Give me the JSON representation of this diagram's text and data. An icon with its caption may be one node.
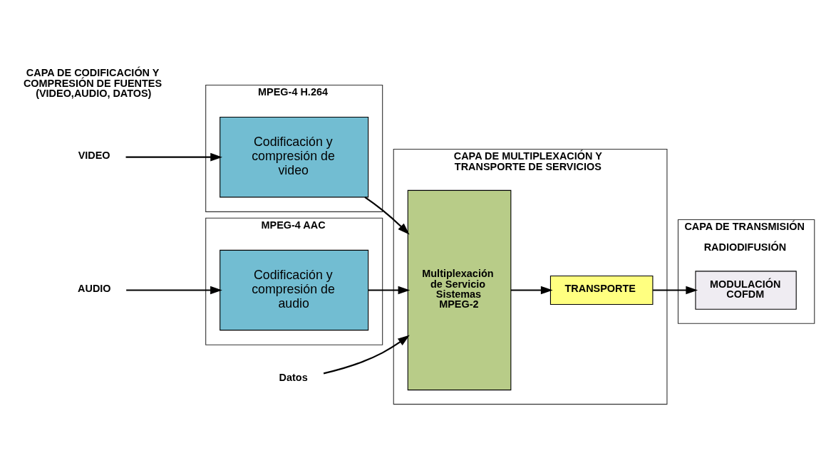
{
  "diagram": {
    "nodes": [
      {
        "text": [
          "VIDEO"
        ]
      },
      {
        "text": [
          "MPEG-4 H.264"
        ]
      },
      {
        "text": [
          "Codificación y compresión de video"
        ],
        "in": 1
      },
      {
        "text": [
          "AUDIO"
        ]
      },
      {
        "text": [
          "MPEG-4 AAC"
        ]
      },
      {
        "text": [
          "Codificación y compresión de audio"
        ],
        "in": 4
      },
      {
        "text": [
          "Datos"
        ]
      },
      {
        "text": [
          "CAPA DE MULTIPLEXACIÓN Y TRANSPORTE DE SERVICIOS"
        ]
      },
      {
        "text": [
          "Multiplexación de Servicio Sistemas MPEG-2"
        ],
        "in": 7
      },
      {
        "text": [
          "TRANSPORTE"
        ],
        "in": 7
      },
      {
        "text": [
          "CAPA DE TRANSMISIÓN",
          "RADIODIFUSIÓN"
        ]
      },
      {
        "text": [
          "MODULACIÓN COFDM"
        ],
        "in": 10
      }
    ],
    "edges": [
      {
        "from": 0,
        "to": 2,
        "arrow": "to"
      },
      {
        "from": 2,
        "to": 8,
        "arrow": "to"
      },
      {
        "from": 3,
        "to": 5,
        "arrow": "to"
      },
      {
        "from": 5,
        "to": 8,
        "arrow": "to"
      },
      {
        "from": 6,
        "to": 8,
        "arrow": "to"
      },
      {
        "from": 8,
        "to": 9,
        "arrow": "to"
      },
      {
        "from": 9,
        "to": 11,
        "arrow": "to"
      }
    ],
    "labels": [
      "CAPA DE CODIFICACIÓN Y COMPRESIÓN DE FUENTES (VIDEO,AUDIO, DATOS)"
    ]
  }
}
